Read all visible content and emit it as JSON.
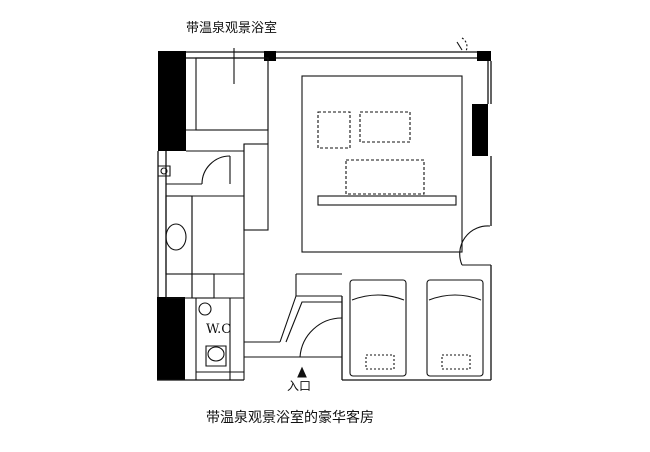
{
  "labels": {
    "bath_label": "带温泉观景浴室",
    "wc_label": "W.C",
    "entrance_label": "入口",
    "caption": "带温泉观景浴室的豪华客房"
  },
  "colors": {
    "wall": "#000000",
    "line": "#111111",
    "background": "#ffffff"
  }
}
